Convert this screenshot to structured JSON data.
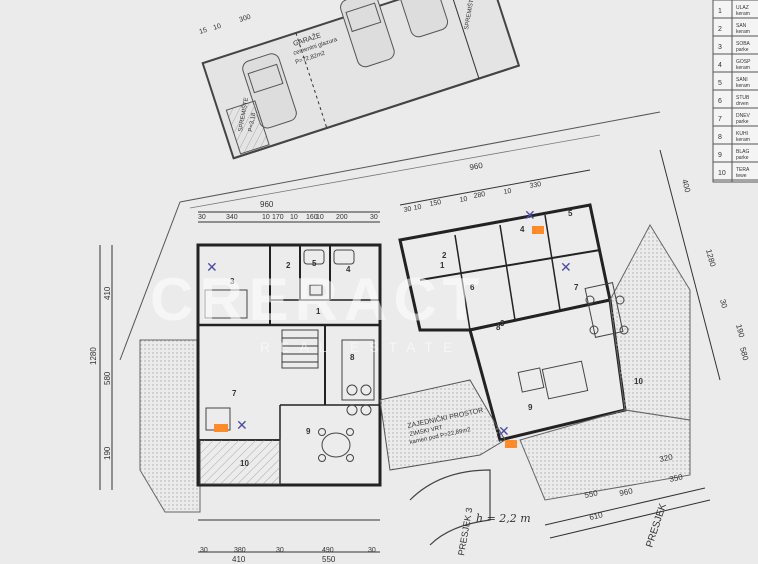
{
  "legend": {
    "rows": [
      {
        "num": "1",
        "name": "ULAZ",
        "floor": "keram"
      },
      {
        "num": "2",
        "name": "SAN",
        "floor": "keram"
      },
      {
        "num": "3",
        "name": "SOBA",
        "floor": "parke"
      },
      {
        "num": "4",
        "name": "GOSP",
        "floor": "keram"
      },
      {
        "num": "5",
        "name": "SANI",
        "floor": "keram"
      },
      {
        "num": "6",
        "name": "STUB",
        "floor": "drven"
      },
      {
        "num": "7",
        "name": "DNEV",
        "floor": "parke"
      },
      {
        "num": "8",
        "name": "KUHI",
        "floor": "keram"
      },
      {
        "num": "9",
        "name": "BLAG",
        "floor": "parke"
      },
      {
        "num": "10",
        "name": "TERA",
        "floor": "tewe"
      }
    ]
  },
  "garage": {
    "title": "GARAŽE",
    "floor": "cementni glazura",
    "area": "P=72,82m2",
    "spremiste_left": "SPREMIŠTE",
    "spremiste_left_area": "P=3,18",
    "spremiste_right": "SPREMIŠTE",
    "dims": [
      "15",
      "10",
      "300"
    ]
  },
  "west": {
    "top_total": "960",
    "top_dims": [
      "30",
      "340",
      "10",
      "170",
      "10",
      "160",
      "10",
      "200",
      "30"
    ],
    "left_total": "1280",
    "left_dims": [
      "580",
      "190",
      "410"
    ],
    "rooms": [
      "1",
      "2",
      "3",
      "4",
      "5",
      "7",
      "8",
      "9",
      "10"
    ],
    "bottom_dims": [
      "30",
      "380",
      "30",
      "490",
      "30"
    ],
    "bottom_total": "410",
    "bottom_total2": "550"
  },
  "east": {
    "top_total": "960",
    "top_dims": [
      "30",
      "10",
      "150",
      "10",
      "280",
      "10",
      "330"
    ],
    "right_total": "1280",
    "right_dims": [
      "400",
      "30",
      "190",
      "580"
    ],
    "rooms": [
      "1",
      "2",
      "3",
      "4",
      "5",
      "6",
      "7",
      "8",
      "9",
      "10"
    ],
    "shared_label": "ZAJEDNIČKI PROSTOR",
    "shared_sub": "ZIMSKI VRT",
    "shared_area": "kamen pod P=22,89m2",
    "bottom_dims": [
      "320",
      "350",
      "550",
      "610",
      "960"
    ],
    "section_label": "PRESJEK",
    "section_label2": "PRESJEK 3",
    "handnote": "h = 2,2 m"
  },
  "watermark": {
    "brand": "CRERACT",
    "sub": "REAL ESTATE"
  }
}
